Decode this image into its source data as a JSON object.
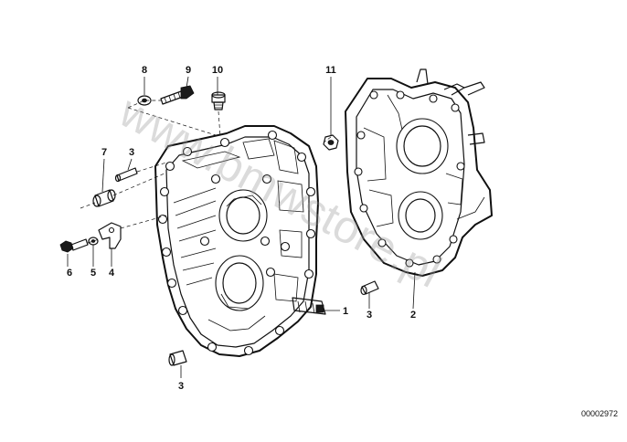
{
  "diagram": {
    "callouts": [
      {
        "key": "c1",
        "text": "1"
      },
      {
        "key": "c2",
        "text": "2"
      },
      {
        "key": "c3a",
        "text": "3"
      },
      {
        "key": "c3b",
        "text": "3"
      },
      {
        "key": "c3c",
        "text": "3"
      },
      {
        "key": "c4",
        "text": "4"
      },
      {
        "key": "c5",
        "text": "5"
      },
      {
        "key": "c6",
        "text": "6"
      },
      {
        "key": "c7",
        "text": "7"
      },
      {
        "key": "c8",
        "text": "8"
      },
      {
        "key": "c9",
        "text": "9"
      },
      {
        "key": "c10",
        "text": "10"
      },
      {
        "key": "c11",
        "text": "11"
      }
    ],
    "diagram_code": "00002972",
    "watermark": "www.bmwstore.pl"
  }
}
